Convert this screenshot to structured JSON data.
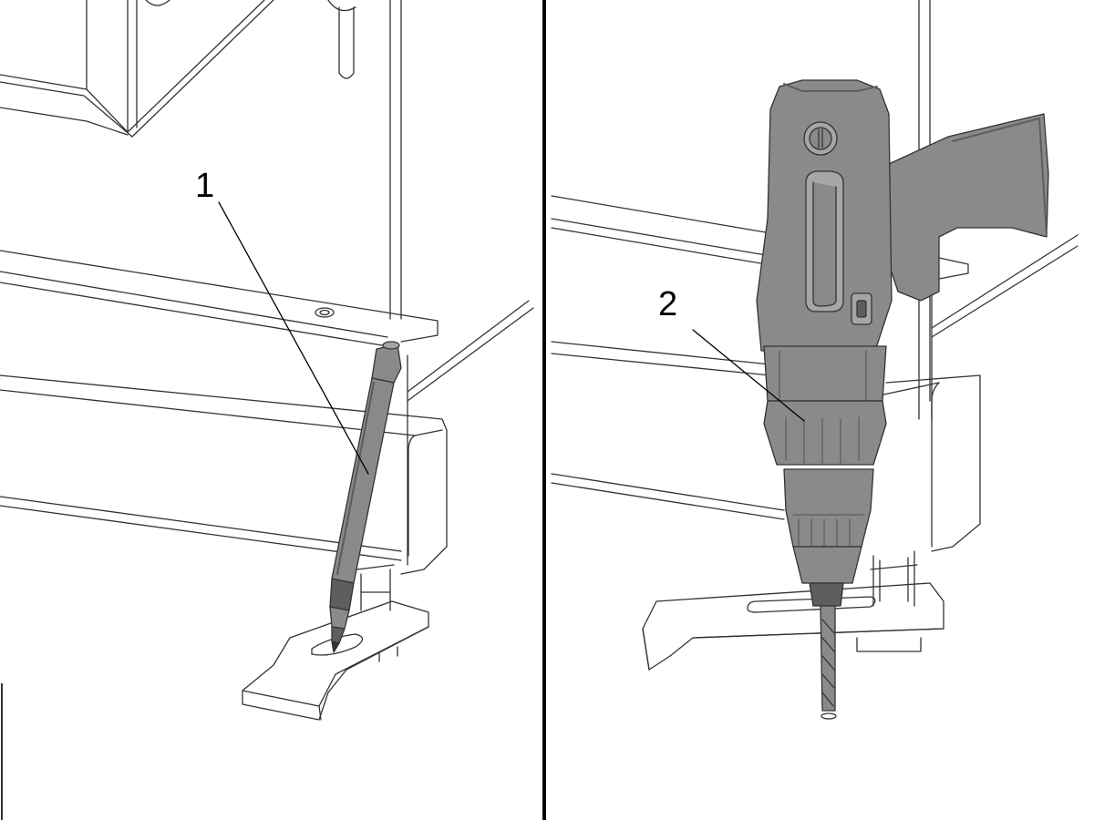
{
  "panels": [
    {
      "id": "left",
      "callout": "1",
      "part": "marker-pen"
    },
    {
      "id": "right",
      "callout": "2",
      "part": "power-drill"
    }
  ],
  "colors": {
    "line": "#333333",
    "tool_fill": "#8a8a8a",
    "tool_dark": "#5e5e5e",
    "tool_light": "#a6a6a6",
    "divider": "#000000"
  }
}
